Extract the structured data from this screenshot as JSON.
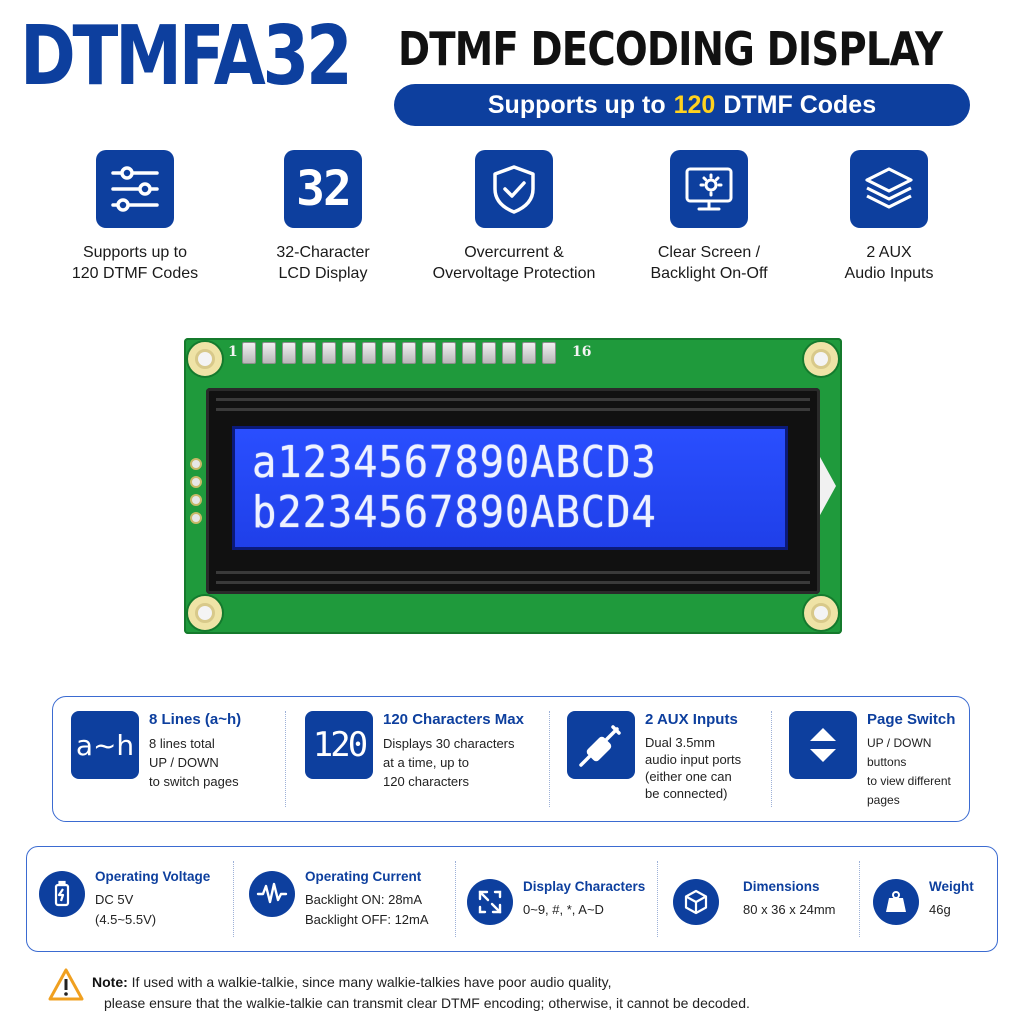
{
  "header": {
    "brand": "DTMFA32",
    "headline": "DTMF DECODING DISPLAY",
    "pill_prefix": "Supports up to",
    "pill_number": "120",
    "pill_suffix": "DTMF Codes"
  },
  "features": [
    {
      "icon": "sliders-icon",
      "line1": "Supports up to",
      "line2": "120 DTMF Codes"
    },
    {
      "icon": "digits-32-icon",
      "icon_text": "32",
      "line1": "32-Character",
      "line2": "LCD Display"
    },
    {
      "icon": "shield-check-icon",
      "line1": "Overcurrent &",
      "line2": "Overvoltage Protection"
    },
    {
      "icon": "monitor-backlight-icon",
      "line1": "Clear Screen /",
      "line2": "Backlight On-Off"
    },
    {
      "icon": "layers-icon",
      "line1": "2 AUX",
      "line2": "Audio Inputs"
    }
  ],
  "lcd": {
    "pin_first": "1",
    "pin_last": "16",
    "line1": "a1234567890ABCD3",
    "line2": "b2234567890ABCD4"
  },
  "specs": [
    {
      "icon": "a-h-icon",
      "icon_text": "a~h",
      "title": "8 Lines (a~h)",
      "lines": [
        "8 lines total",
        "UP / DOWN",
        "to switch pages"
      ]
    },
    {
      "icon": "digits-120-icon",
      "icon_text": "120",
      "title": "120 Characters Max",
      "lines": [
        "Displays 30 characters",
        "at a time, up to",
        "120 characters"
      ]
    },
    {
      "icon": "aux-plug-icon",
      "title": "2 AUX Inputs",
      "lines": [
        "Dual 3.5mm",
        "audio input ports",
        "(either one can",
        "be connected)"
      ]
    },
    {
      "icon": "up-down-icon",
      "title": "Page Switch",
      "lines": [
        "UP / DOWN buttons",
        "to view different",
        "pages"
      ]
    }
  ],
  "specs2": [
    {
      "icon": "battery-icon",
      "title": "Operating Voltage",
      "lines": [
        "DC 5V",
        "(4.5~5.5V)"
      ]
    },
    {
      "icon": "waveform-icon",
      "title": "Operating Current",
      "lines": [
        "Backlight ON: 28mA",
        "Backlight OFF: 12mA"
      ]
    },
    {
      "icon": "expand-icon",
      "title": "Display Characters",
      "lines": [
        "0~9, #, *, A~D"
      ]
    },
    {
      "icon": "cube-icon",
      "title": "Dimensions",
      "lines": [
        "80 x 36 x 24mm"
      ]
    },
    {
      "icon": "weight-icon",
      "title": "Weight",
      "lines": [
        "46g"
      ]
    }
  ],
  "note": {
    "label": "Note:",
    "line1": "If used with a walkie-talkie, since many walkie-talkies have poor audio quality,",
    "line2": "please ensure that the walkie-talkie can transmit clear DTMF encoding; otherwise, it cannot be decoded."
  },
  "colors": {
    "brand_blue": "#0d3f9e",
    "accent_yellow": "#ffd21f",
    "lcd_blue": "#2a4fff",
    "pcb_green": "#1f9a3c"
  }
}
